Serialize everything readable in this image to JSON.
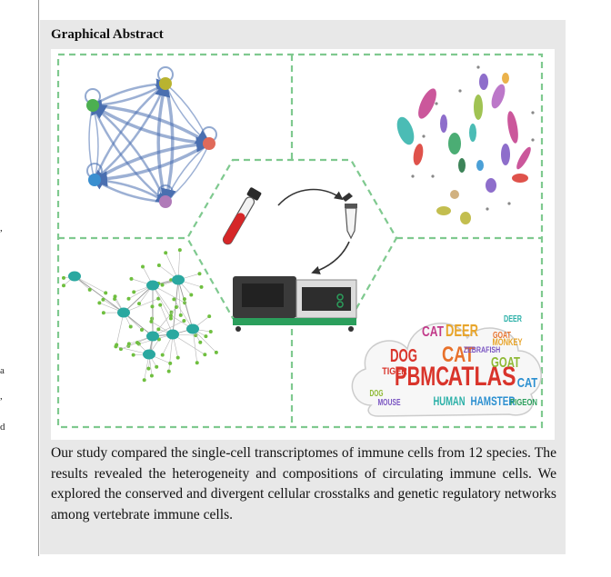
{
  "margin_fragments": [
    ",",
    "a",
    ",",
    "d"
  ],
  "abstract": {
    "heading": "Graphical Abstract",
    "text": "Our study compared the single-cell transcriptomes of immune cells from 12 species. The results revealed the heterogeneity and compositions of circulating immune cells. We explored the conserved and divergent cellular crosstalks and genetic regulatory networks among vertebrate immune cells."
  },
  "figure": {
    "word_cloud": [
      {
        "text": "PBMC",
        "color": "#d9342b"
      },
      {
        "text": "ATLAS",
        "color": "#d9342b"
      },
      {
        "text": "CAT",
        "color": "#e8712b"
      },
      {
        "text": "DOG",
        "color": "#d9342b"
      },
      {
        "text": "DEER",
        "color": "#e8a52b"
      },
      {
        "text": "GOAT",
        "color": "#8fb935"
      },
      {
        "text": "TIGER",
        "color": "#d9342b"
      },
      {
        "text": "HUMAN",
        "color": "#2bb0a8"
      },
      {
        "text": "HAMSTER",
        "color": "#2b8fd0"
      },
      {
        "text": "PIGEON",
        "color": "#2b9f5c"
      },
      {
        "text": "MOUSE",
        "color": "#7a55c2"
      },
      {
        "text": "MONKEY",
        "color": "#e8a52b"
      },
      {
        "text": "ZEBRAFISH",
        "color": "#7a55c2"
      },
      {
        "text": "CAT",
        "color": "#2b8fd0"
      },
      {
        "text": "DOG",
        "color": "#8fb935"
      },
      {
        "text": "CAT",
        "color": "#c23a8a"
      },
      {
        "text": "DEER",
        "color": "#2bb0a8"
      },
      {
        "text": "GOAT",
        "color": "#e8712b"
      }
    ],
    "colors": {
      "dash": "#7fc98f",
      "arrow": "#4a6fb0",
      "network_node": "#2aa8a0",
      "network_leaf": "#6fbf3f"
    }
  }
}
